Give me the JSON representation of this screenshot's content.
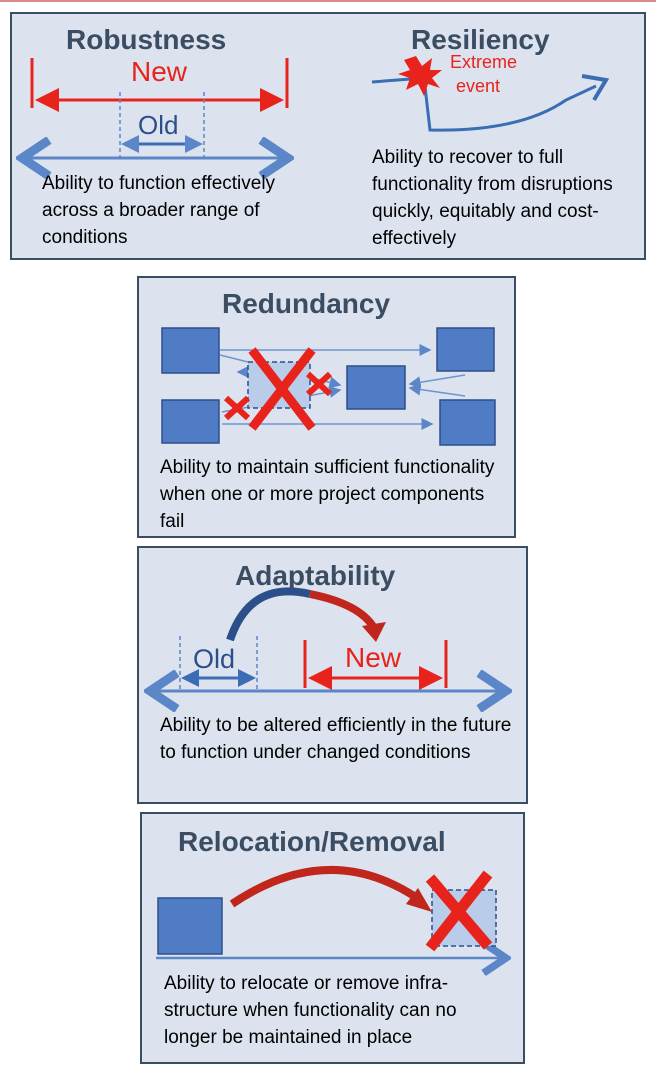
{
  "colors": {
    "panel_bg": "#dce3ef",
    "border": "#3b4d63",
    "blue": "#5b86c8",
    "box": "#4f7cc4",
    "red": "#e8231b",
    "dark_red": "#b01e14"
  },
  "robustness": {
    "title": "Robustness",
    "new_label": "New",
    "old_label": "Old",
    "desc": "Ability to function effectively across a broader range of conditions"
  },
  "resiliency": {
    "title": "Resiliency",
    "event_label_1": "Extreme",
    "event_label_2": "event",
    "desc": "Ability to recover to full functionality from disruptions quickly, equitably and cost-effectively"
  },
  "redundancy": {
    "title": "Redundancy",
    "desc": "Ability to maintain sufficient functionality when one or more project components fail"
  },
  "adaptability": {
    "title": "Adaptability",
    "old_label": "Old",
    "new_label": "New",
    "desc": "Ability to be altered efficiently in the future to function under changed conditions"
  },
  "relocation": {
    "title": "Relocation/Removal",
    "desc": "Ability to relocate or remove infra-structure when functionality can no longer be maintained in place"
  }
}
